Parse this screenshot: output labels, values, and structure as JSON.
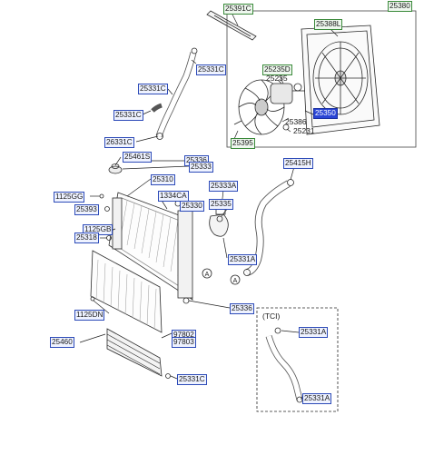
{
  "labels": {
    "p25391C": "25391C",
    "p25380": "25380",
    "p25388L": "25388L",
    "p25331C_top": "25331C",
    "p25235D": "25235D",
    "p25235": "25235",
    "p25331C_a": "25331C",
    "p25386": "25386",
    "p25350": "25350",
    "p25331C_b": "25331C",
    "p25231": "25231",
    "p25395": "25395",
    "p26331C": "26331C",
    "p25461S": "25461S",
    "p25336_a": "25336",
    "p25333": "25333",
    "p25415H": "25415H",
    "p25310": "25310",
    "p25333A": "25333A",
    "p1125GG": "1125GG",
    "p1334CA": "1334CA",
    "p25335": "25335",
    "p25393": "25393",
    "p25330": "25330",
    "p1125GB": "1125GB",
    "p25318": "25318",
    "p25331A_mid": "25331A",
    "p25336_b": "25336",
    "p1125DN": "1125DN",
    "p97802": "97802",
    "p97803": "97803",
    "p25460": "25460",
    "p25331C_bot": "25331C",
    "p25331A_tci1": "25331A",
    "p25331A_tci2": "25331A"
  },
  "notes": {
    "tci": "(TCI)",
    "ref_a": "A"
  },
  "colors": {
    "line": "#2a2a2a",
    "label_border": "#2d4bb8",
    "label_bg": "#eef2ff",
    "group_border": "#3b8a3b",
    "selected_bg": "#2a45d6"
  }
}
